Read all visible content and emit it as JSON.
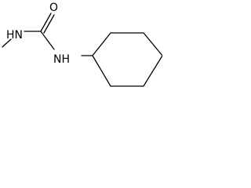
{
  "molecule": {
    "atoms": {
      "oxygen": "O",
      "nh_methyl": "HN",
      "nh_cyclohexyl": "NH"
    },
    "bond_color": "#000000"
  }
}
